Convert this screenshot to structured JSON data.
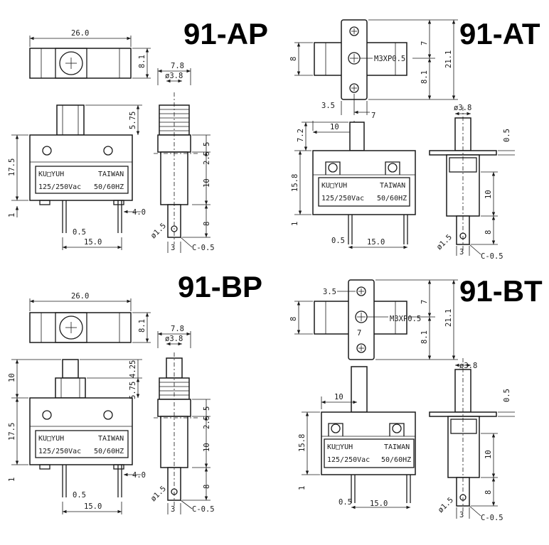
{
  "panels": {
    "ap": {
      "title": "91-AP",
      "dims": {
        "width_top": "26.0",
        "height_top": "8.1",
        "side_width": "7.8",
        "side_diam": "ø3.8",
        "button_h": "5.75",
        "body_h": "17.5",
        "side_a": "5",
        "side_b": "2.5",
        "side_c": "10",
        "side_d": "8",
        "term_offset": "4.0",
        "term_thick": "1",
        "pin_off": "0.5",
        "pin_span": "15.0",
        "hole_d": "ø1.5",
        "term_w": "3",
        "chamfer": "C-0.5"
      },
      "label": {
        "brand": "KU□YUH",
        "origin": "TAIWAN",
        "rating": "125/250Vac",
        "freq": "50/60HZ"
      }
    },
    "at": {
      "title": "91-AT",
      "dims": {
        "height_top": "8",
        "screw": "M3XP0.5",
        "y1": "7",
        "y2": "8.1",
        "y3": "21.1",
        "x_offset": "3.5",
        "x_span": "7",
        "actuator_w": "10",
        "actuator_h": "7.2",
        "side_diam": "ø3.8",
        "flange": "0.5",
        "body_h": "15.8",
        "side_c": "10",
        "side_d": "8",
        "term_thick": "1",
        "pin_off": "0.5",
        "pin_span": "15.0",
        "hole_d": "ø1.5",
        "term_w": "3",
        "chamfer": "C-0.5"
      },
      "label": {
        "brand": "KU□YUH",
        "origin": "TAIWAN",
        "rating": "125/250Vac",
        "freq": "50/60HZ"
      }
    },
    "bp": {
      "title": "91-BP",
      "dims": {
        "width_top": "26.0",
        "height_top": "8.1",
        "side_width": "7.8",
        "side_diam": "ø3.8",
        "button_total": "10",
        "button_top": "4.25",
        "button_h": "5.75",
        "body_h": "17.5",
        "side_a": "5",
        "side_b": "2.5",
        "side_c": "10",
        "side_d": "8",
        "term_offset": "4.0",
        "term_thick": "1",
        "pin_off": "0.5",
        "pin_span": "15.0",
        "hole_d": "ø1.5",
        "term_w": "3",
        "chamfer": "C-0.5"
      },
      "label": {
        "brand": "KU□YUH",
        "origin": "TAIWAN",
        "rating": "125/250Vac",
        "freq": "50/60HZ"
      }
    },
    "bt": {
      "title": "91-BT",
      "dims": {
        "height_top": "8",
        "screw": "M3XP0.5",
        "y1": "7",
        "y2": "8.1",
        "y3": "21.1",
        "x_offset": "3.5",
        "x_span": "7",
        "actuator_w": "10",
        "side_diam": "ø3.8",
        "flange": "0.5",
        "body_h": "15.8",
        "side_c": "10",
        "side_d": "8",
        "term_thick": "1",
        "pin_off": "0.5",
        "pin_span": "15.0",
        "hole_d": "ø1.5",
        "term_w": "3",
        "chamfer": "C-0.5"
      },
      "label": {
        "brand": "KU□YUH",
        "origin": "TAIWAN",
        "rating": "125/250Vac",
        "freq": "50/60HZ"
      }
    }
  }
}
